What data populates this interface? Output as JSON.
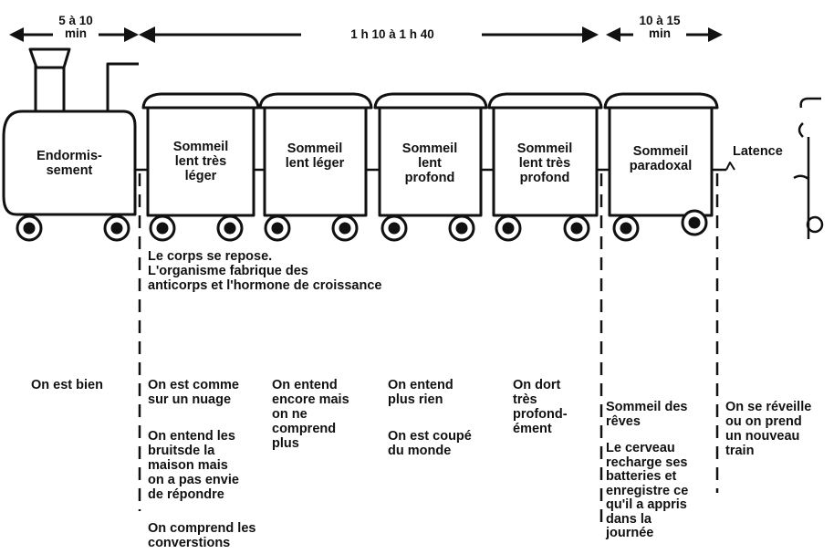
{
  "durations": {
    "left": "5 à 10\nmin",
    "middle": "1 h 10 à 1 h 40",
    "right": "10 à 15\nmin"
  },
  "cars": {
    "locomotive": "Endormis-\nsement",
    "car1": "Sommeil\nlent très\nléger",
    "car2": "Sommeil\nlent léger",
    "car3": "Sommeil\nlent\nprofond",
    "car4": "Sommeil\nlent très\nprofond",
    "car5": "Sommeil\nparadoxal",
    "latence": "Latence"
  },
  "body_note": "Le corps se repose.\nL'organisme fabrique des\nanticorps et l'hormone de croissance",
  "descriptions": {
    "endormissement": "On est bien",
    "lent_tres_leger_1": "On est comme\nsur un nuage",
    "lent_tres_leger_2": "On entend les\nbruitsde la\nmaison mais\non a pas envie\nde répondre",
    "lent_tres_leger_3": "On comprend les\nconverstions",
    "lent_leger": "On entend\nencore mais\non ne\ncomprend\nplus",
    "lent_profond_1": "On entend\nplus rien",
    "lent_profond_2": "On est coupé\ndu monde",
    "lent_tres_profond": "On dort\ntrès\nprofond-\nément",
    "paradoxal_1": "Sommeil des\nrêves",
    "paradoxal_2": "Le cerveau\nrecharge ses\nbatteries et\nenregistre ce\nqu'il a appris\ndans la\njournée",
    "latence": "On se réveille\nou on prend\nun nouveau\ntrain"
  }
}
